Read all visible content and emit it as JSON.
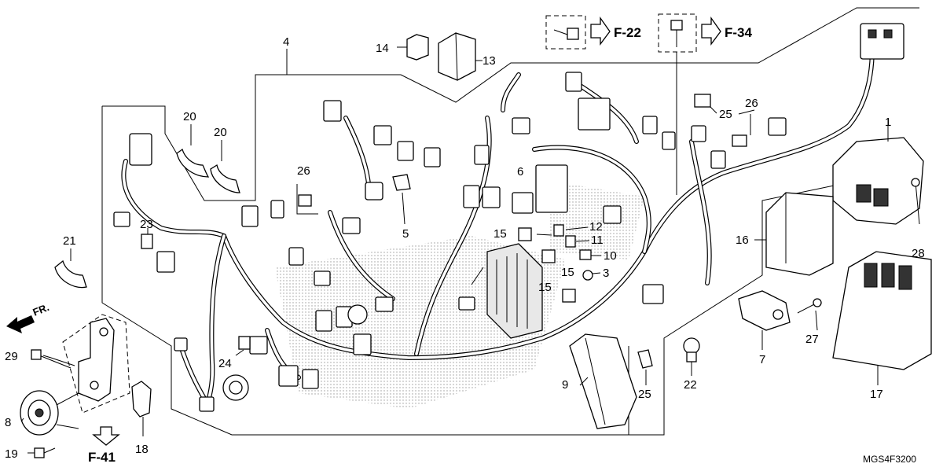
{
  "diagram": {
    "drawing_code": "MGS4F3200",
    "direction_label": "FR.",
    "refs": {
      "f22": "F-22",
      "f34": "F-34",
      "f41": "F-41"
    },
    "callouts": {
      "c1": "1",
      "c3": "3",
      "c4": "4",
      "c5": "5",
      "c6": "6",
      "c7": "7",
      "c8": "8",
      "c9": "9",
      "c10": "10",
      "c11": "11",
      "c12": "12",
      "c13": "13",
      "c14": "14",
      "c15a": "15",
      "c15b": "15",
      "c15c": "15",
      "c16": "16",
      "c17": "17",
      "c18": "18",
      "c19": "19",
      "c20a": "20",
      "c20b": "20",
      "c21": "21",
      "c22": "22",
      "c23": "23",
      "c24": "24",
      "c25a": "25",
      "c25b": "25",
      "c26a": "26",
      "c26b": "26",
      "c27": "27",
      "c28": "28",
      "c29": "29"
    }
  }
}
